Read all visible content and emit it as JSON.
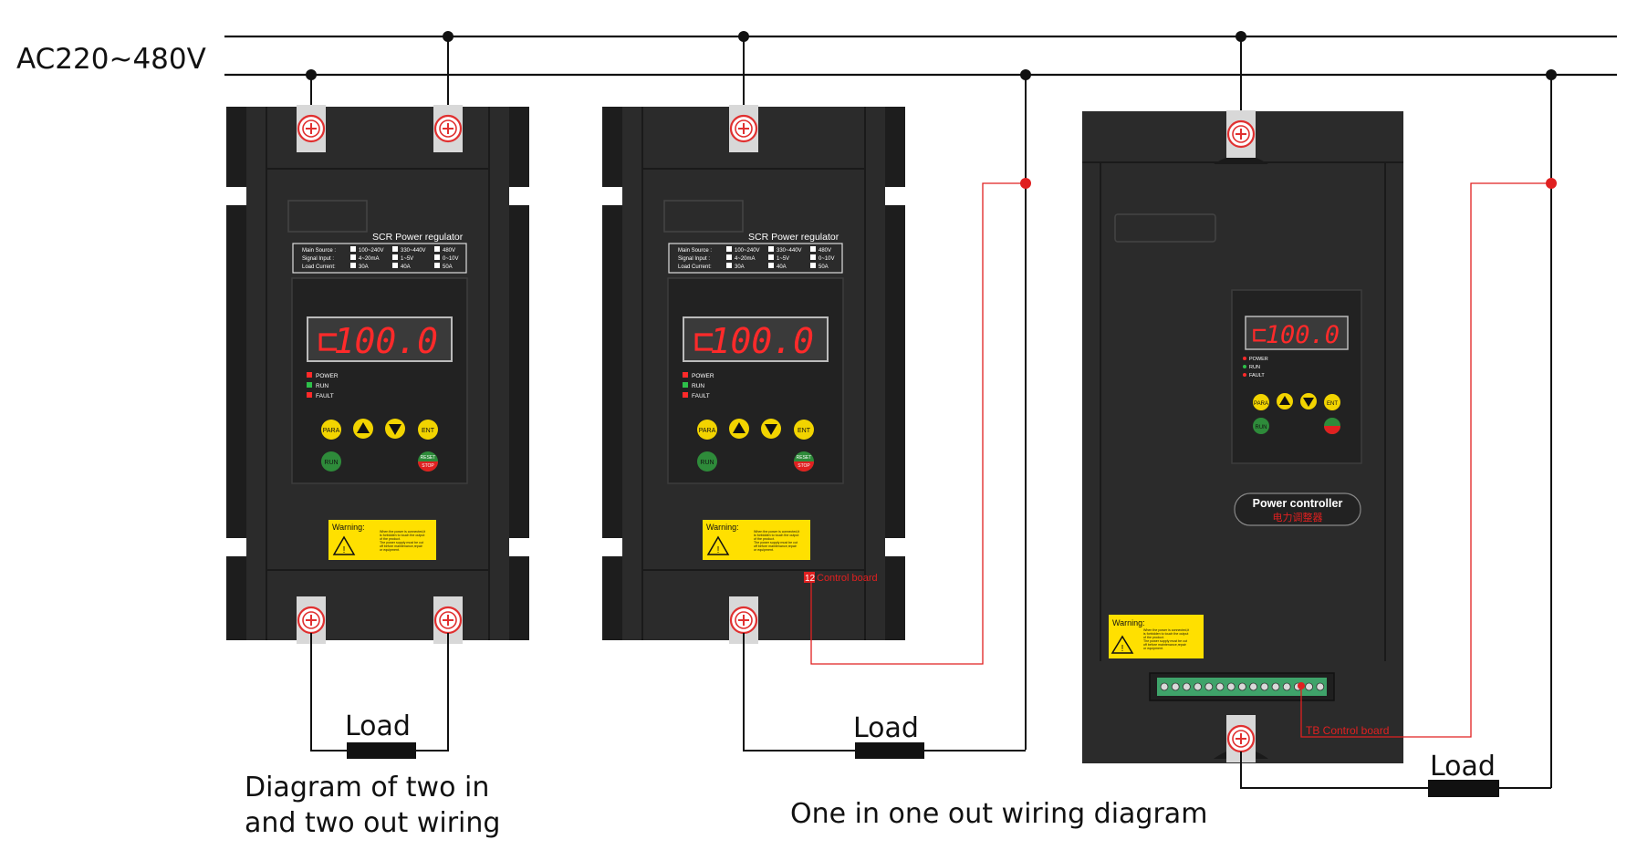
{
  "supply_label": "AC220~480V",
  "captions": {
    "left": [
      "Diagram of two in",
      "and two out wiring"
    ],
    "middle": "One in one out wiring diagram"
  },
  "load_label": "Load",
  "unit_a": {
    "product_title": "SCR Power regulator",
    "spec_rows": [
      {
        "name": "Main Source :",
        "options": [
          "100~240V",
          "330~440V",
          "480V"
        ]
      },
      {
        "name": "Signal Input :",
        "options": [
          "4~20mA",
          "1~5V",
          "0~10V"
        ]
      },
      {
        "name": "Load Current:",
        "options": [
          "30A",
          "40A",
          "50A"
        ]
      }
    ],
    "display_value": "100.0",
    "leds": [
      "POWER",
      "RUN",
      "FAULT"
    ],
    "keys": {
      "para": "PARA",
      "ent": "ENT",
      "run": "RUN",
      "reset": "RESET",
      "stop": "STOP"
    },
    "warning_title": "Warning:",
    "warning_text": [
      "When the power is connected,it",
      "is forbidden to touch the output",
      "of the product.",
      "The power supply must be cut",
      "off before maintenance,repair",
      "or equipment."
    ]
  },
  "unit_b": {
    "board_number": "12",
    "board_label": "Control board"
  },
  "unit_c": {
    "display_value": "100.0",
    "leds": [
      "POWER",
      "RUN",
      "FAULT"
    ],
    "brand_en": "Power controller",
    "brand_cn": "电力调整器",
    "board_label": "TB Control board"
  },
  "colors": {
    "body": "#2b2b2b",
    "rail": "#1d1d1d",
    "line": "#111111",
    "signal": "#e02020",
    "led_red": "#ff2a2a",
    "key_yellow": "#f2d400",
    "key_green": "#2e8b3a",
    "warning": "#ffe000"
  }
}
